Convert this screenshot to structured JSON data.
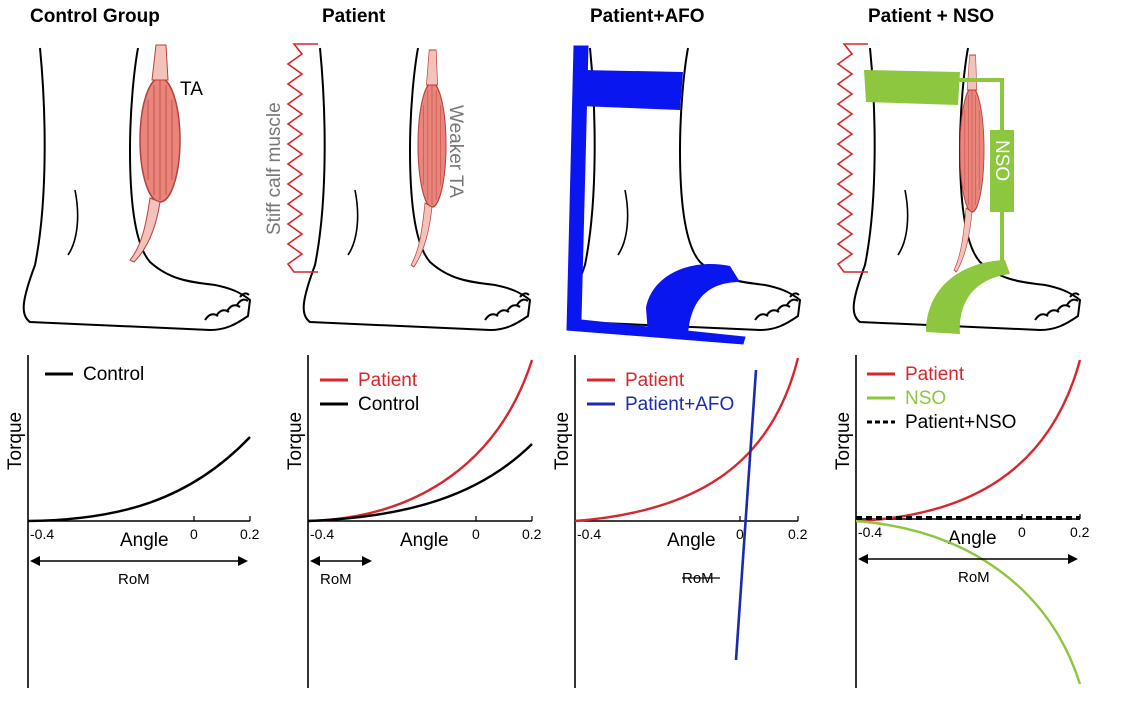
{
  "colors": {
    "red": "#d7262d",
    "black": "#000000",
    "blue": "#1a2bb0",
    "afo_blue": "#0a16f0",
    "green": "#8dc63f",
    "muscle": "#e8867c"
  },
  "panels": [
    {
      "title": "Control Group",
      "illustration": {
        "muscle_label": "TA"
      },
      "chart": {
        "ylabel": "Torque",
        "xlabel": "Angle",
        "ticks": [
          "-0.4",
          "0",
          "0.2"
        ],
        "rom_label": "RoM",
        "legend": [
          {
            "label": "Control",
            "color": "#000000"
          }
        ]
      }
    },
    {
      "title": "Patient",
      "illustration": {
        "stiff_label": "Stiff calf muscle",
        "muscle_label": "Weaker TA"
      },
      "chart": {
        "ylabel": "Torque",
        "xlabel": "Angle",
        "ticks": [
          "-0.4",
          "0",
          "0.2"
        ],
        "rom_label": "RoM",
        "legend": [
          {
            "label": "Patient",
            "color": "#d7262d"
          },
          {
            "label": "Control",
            "color": "#000000"
          }
        ]
      }
    },
    {
      "title": "Patient+AFO",
      "illustration": {},
      "chart": {
        "ylabel": "Torque",
        "xlabel": "Angle",
        "ticks": [
          "-0.4",
          "0",
          "0.2"
        ],
        "rom_label": "RoM",
        "legend": [
          {
            "label": "Patient",
            "color": "#d7262d"
          },
          {
            "label": "Patient+AFO",
            "color": "#1a2bb0"
          }
        ]
      }
    },
    {
      "title": "Patient + NSO",
      "illustration": {
        "device_label": "NSO"
      },
      "chart": {
        "ylabel": "Torque",
        "xlabel": "Angle",
        "ticks": [
          "-0.4",
          "0",
          "0.2"
        ],
        "rom_label": "RoM",
        "legend": [
          {
            "label": "Patient",
            "color": "#d7262d"
          },
          {
            "label": "NSO",
            "color": "#8dc63f"
          },
          {
            "label": "Patient+NSO",
            "color": "#000000"
          }
        ]
      }
    }
  ]
}
